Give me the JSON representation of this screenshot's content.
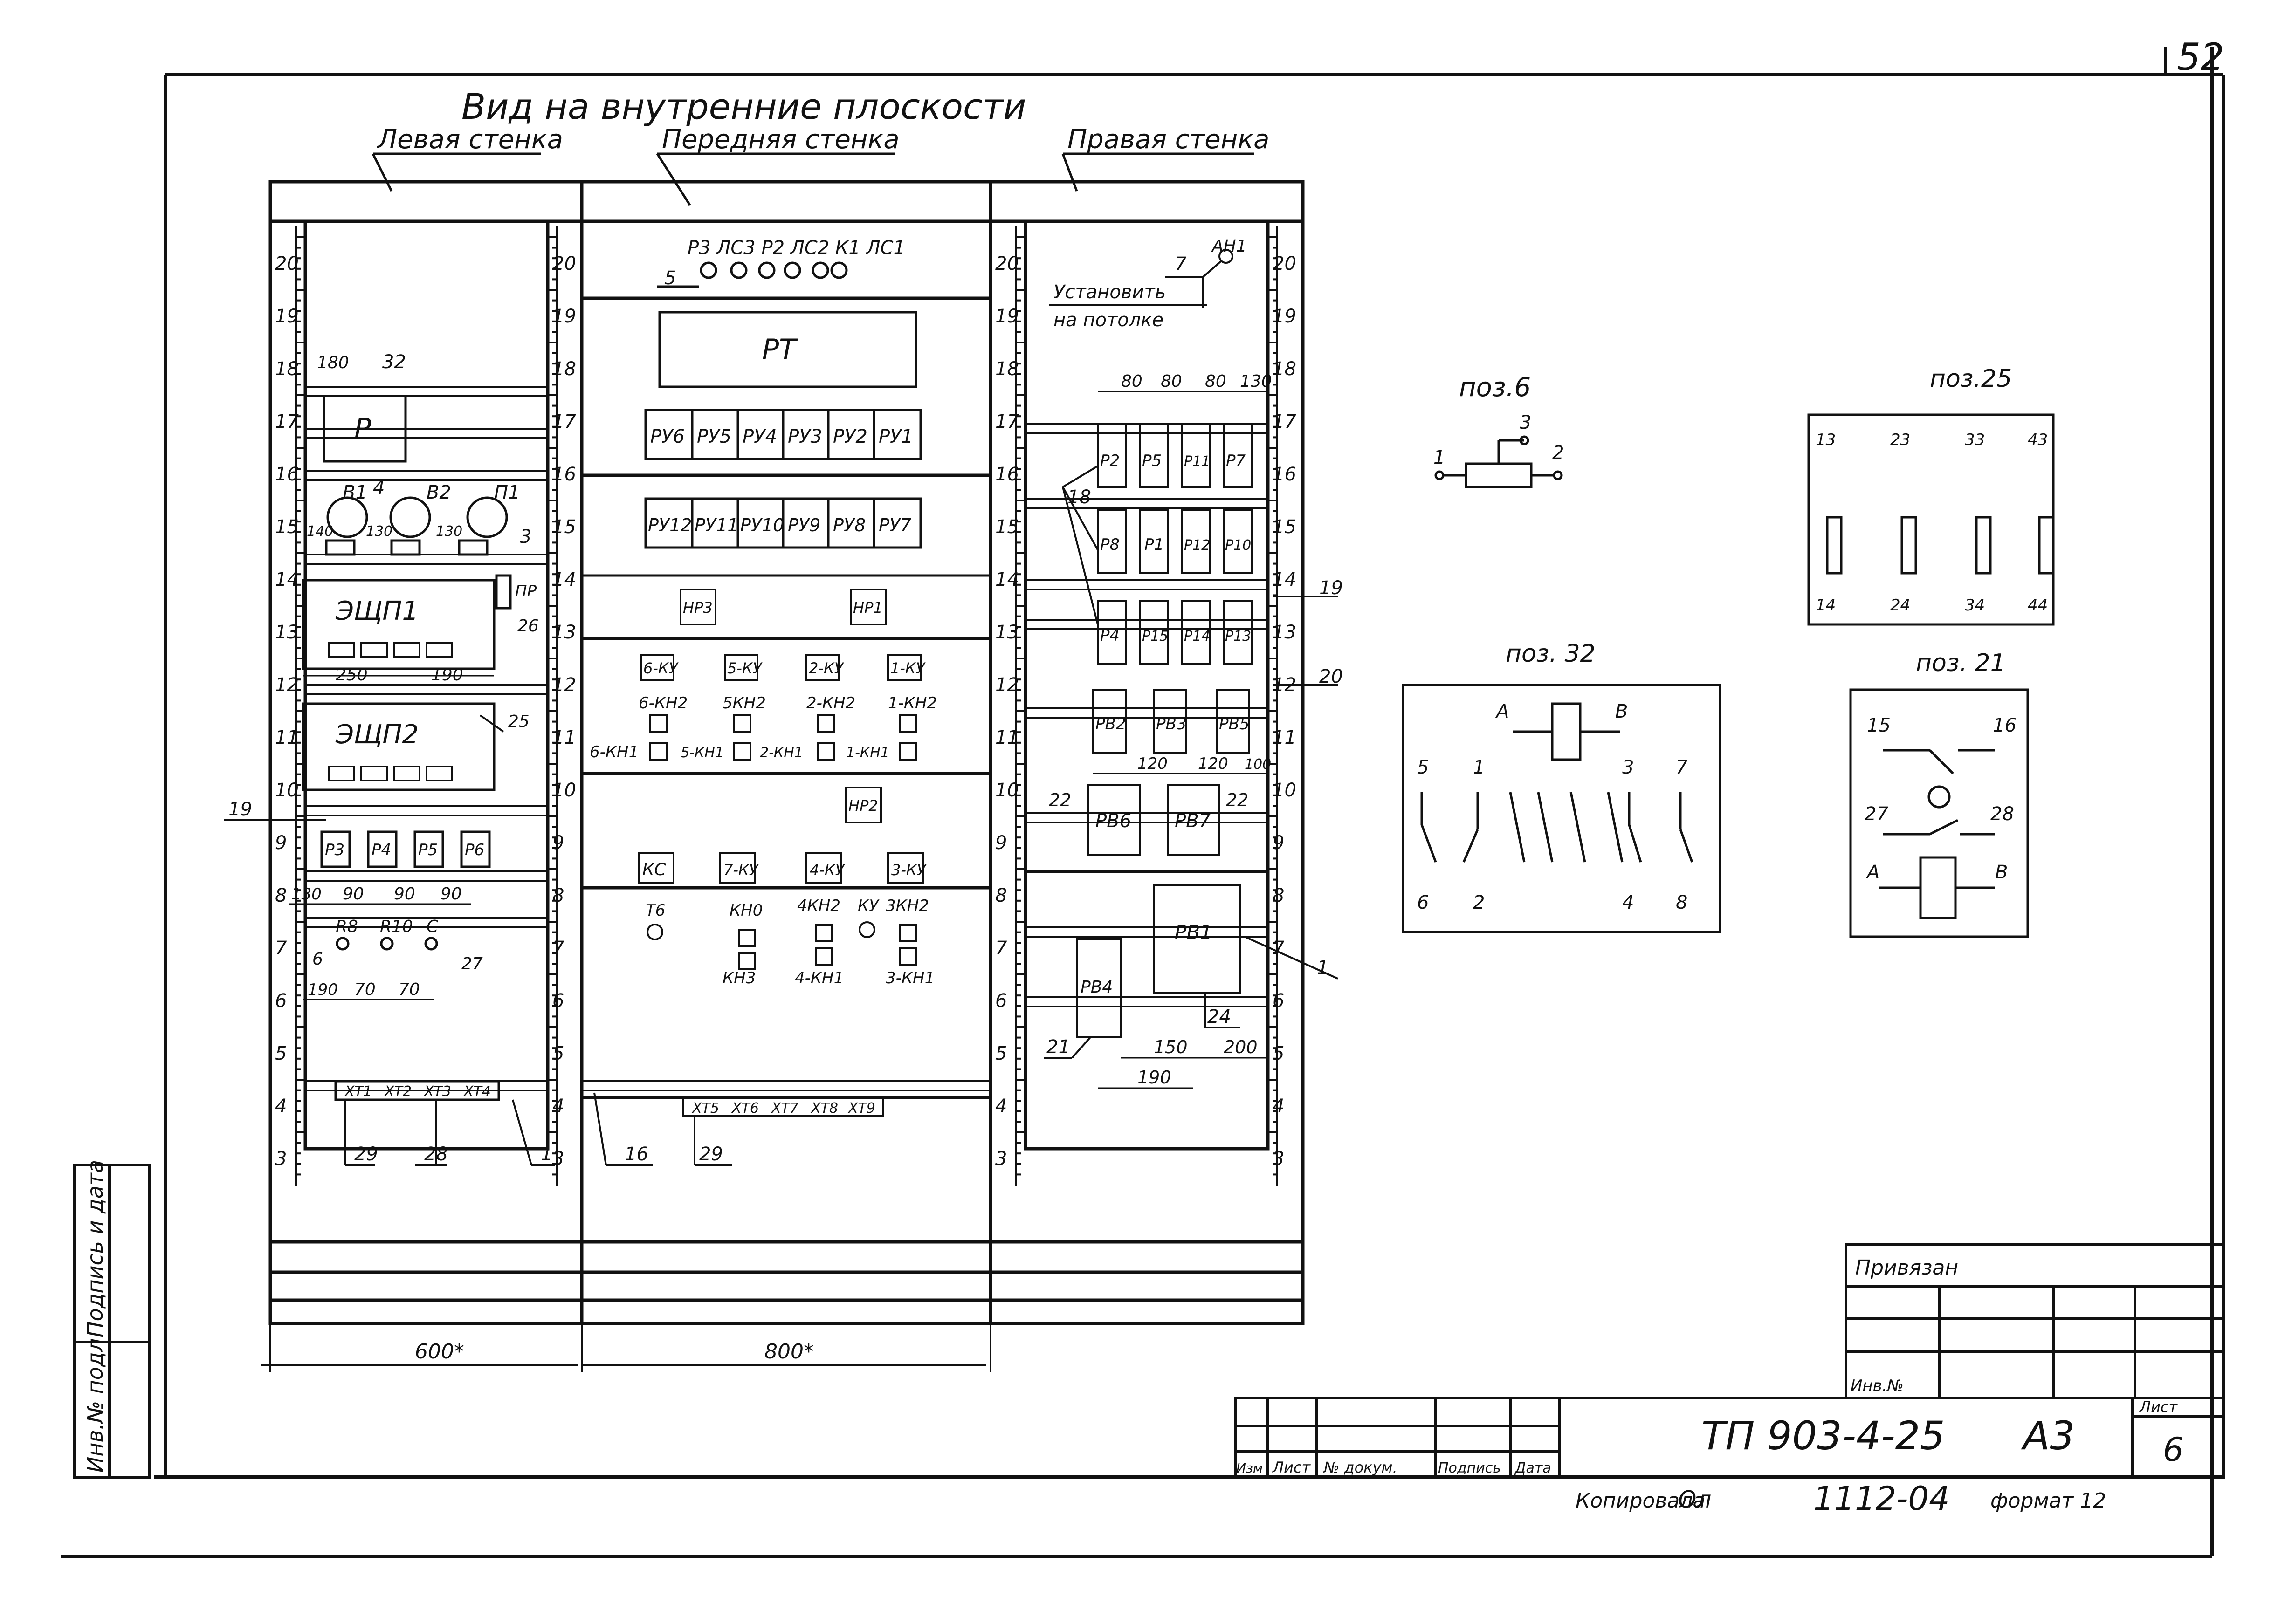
{
  "sheet_number_corner": "52",
  "main_title": "Вид на внутренние плоскости",
  "wall_titles": {
    "left": "Левая стенка",
    "front": "Передняя стенка",
    "right": "Правая стенка"
  },
  "dimensions": {
    "left_width": "600*",
    "front_width": "800*"
  },
  "left_wall": {
    "scale_ticks": [
      "20",
      "19",
      "18",
      "17",
      "16",
      "15",
      "14",
      "13",
      "12",
      "11",
      "10",
      "9",
      "8",
      "7",
      "6",
      "5",
      "4",
      "3"
    ],
    "dims": [
      "180",
      "140",
      "130",
      "130",
      "250",
      "190",
      "130",
      "90",
      "90",
      "90",
      "190",
      "70",
      "70"
    ],
    "labels": {
      "r_box": "Р",
      "b1": "В1",
      "b2": "В2",
      "p1": "П1",
      "n4": "4",
      "n3": "3",
      "n32": "32",
      "eshchp1": "ЭЩП1",
      "eshchp2": "ЭЩП2",
      "pr": "ПР",
      "n26": "26",
      "n25": "25",
      "n19": "19",
      "r8": "R8",
      "r10": "R10",
      "c": "С",
      "n6": "6",
      "n27": "27",
      "n29": "29",
      "n28": "28",
      "n1": "1"
    },
    "relays_row": [
      "Р3",
      "Р4",
      "Р5",
      "Р6"
    ],
    "terminals": [
      "ХТ1",
      "ХТ2",
      "ХТ3",
      "ХТ4"
    ]
  },
  "front_wall": {
    "lamp_labels": "Р3 ЛС3 Р2 ЛС2 К1 ЛС1",
    "n5": "5",
    "rt": "РТ",
    "row1": [
      "РУ6",
      "РУ5",
      "РУ4",
      "РУ3",
      "РУ2",
      "РУ1"
    ],
    "row2": [
      "РУ12",
      "РУ11",
      "РУ10",
      "РУ9",
      "РУ8",
      "РУ7"
    ],
    "hr": [
      "НР3",
      "НР1",
      "НР2"
    ],
    "ku": [
      "6-КУ",
      "5-КУ",
      "2-КУ",
      "1-КУ"
    ],
    "kn2": [
      "6-КН2",
      "5КН2",
      "2-КН2",
      "1-КН2"
    ],
    "kn1": [
      "6-КН1",
      "5-КН1",
      "2-КН1",
      "1-КН1"
    ],
    "row3": [
      "КС",
      "7-КУ",
      "4-КУ",
      "3-КУ"
    ],
    "bottom": {
      "t6": "Т6",
      "kno": "КН0",
      "kn3": "КН3",
      "kn2_4": "4КН2",
      "kn1_4": "4-КН1",
      "ku": "КУ",
      "kn2_3": "3КН2",
      "kn1_3": "3-КН1"
    },
    "terminals": [
      "ХТ5",
      "ХТ6",
      "ХТ7",
      "ХТ8",
      "ХТ9"
    ],
    "n16": "16",
    "n29": "29"
  },
  "right_wall": {
    "scale_ticks": [
      "20",
      "19",
      "18",
      "17",
      "16",
      "15",
      "14",
      "13",
      "12",
      "11",
      "10",
      "9",
      "8",
      "7",
      "6",
      "5",
      "4",
      "3"
    ],
    "an1": "АН1",
    "n7": "7",
    "install_note_1": "Установить",
    "install_note_2": "на потолке",
    "dims_top": [
      "80",
      "80",
      "80",
      "130"
    ],
    "rows": [
      [
        "Р2",
        "Р5",
        "Р11",
        "Р7"
      ],
      [
        "Р8",
        "Р1",
        "Р12",
        "Р10"
      ],
      [
        "Р4",
        "Р15",
        "Р14",
        "Р13"
      ],
      [
        "РВ2",
        "РВ3",
        "РВ5"
      ],
      [
        "РВ6",
        "РВ7"
      ]
    ],
    "dims_mid": [
      "120",
      "120",
      "100"
    ],
    "n18": "18",
    "n19": "19",
    "n20": "20",
    "n22": "22",
    "n1": "1",
    "n21": "21",
    "n24": "24",
    "rv1": "РВ1",
    "rv4": "РВ4",
    "dims_bottom": [
      "150",
      "200",
      "190"
    ]
  },
  "details": {
    "poz6": {
      "title": "поз.6",
      "pins": [
        "1",
        "2",
        "3"
      ]
    },
    "poz25": {
      "title": "поз.25",
      "top": [
        "13",
        "23",
        "33",
        "43"
      ],
      "bottom": [
        "14",
        "24",
        "34",
        "44"
      ]
    },
    "poz32": {
      "title": "поз. 32",
      "coil": [
        "А",
        "В"
      ],
      "top": [
        "5",
        "1",
        "3",
        "7"
      ],
      "bottom": [
        "6",
        "2",
        "4",
        "8"
      ]
    },
    "poz21": {
      "title": "поз. 21",
      "pins": [
        "15",
        "16",
        "27",
        "28",
        "А",
        "В"
      ]
    }
  },
  "title_block": {
    "privyazan": "Привязан",
    "inv_no": "Инв.№",
    "doc_code": "ТП 903-4-25",
    "format_code": "А3",
    "list_label": "Лист",
    "list_no": "6",
    "col_headers": [
      "Изм",
      "Лист",
      "№ докум.",
      "Подпись",
      "Дата"
    ],
    "copied": "Копировала",
    "copied_sign": "Ол",
    "code": "1112-04",
    "format": "формат 12"
  },
  "side_stamp": {
    "inv": "Инв.№ подл.",
    "sign": "Подпись и дата"
  }
}
